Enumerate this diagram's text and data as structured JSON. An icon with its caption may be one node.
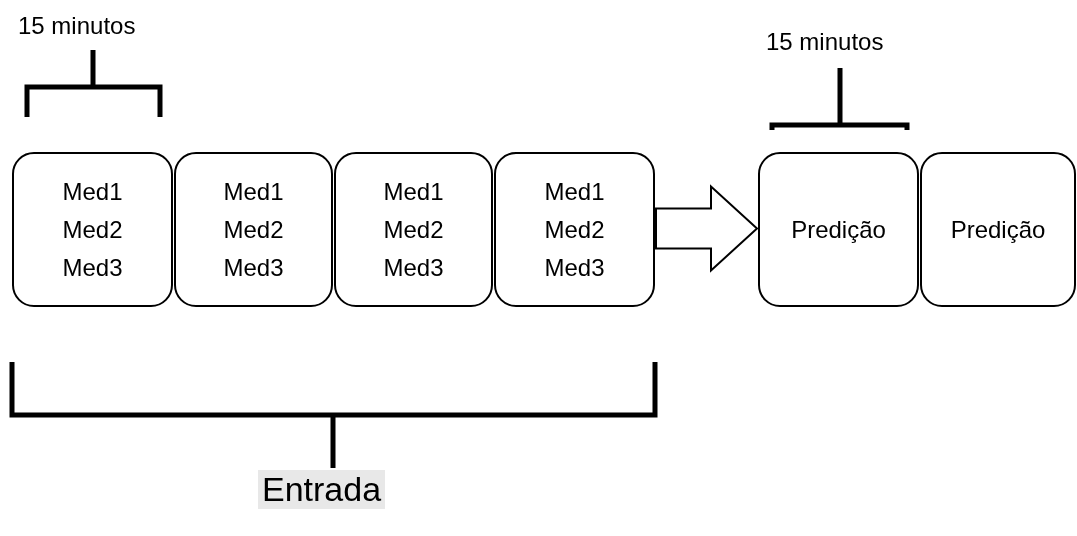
{
  "diagram": {
    "nodes": [
      {
        "text": [
          "Med1 Med2 Med3"
        ]
      },
      {
        "text": [
          "Med1 Med2 Med3"
        ]
      },
      {
        "text": [
          "Med1 Med2 Med3"
        ]
      },
      {
        "text": [
          "Med1 Med2 Med3"
        ]
      },
      {
        "text": [
          "Predição"
        ]
      },
      {
        "text": [
          "Predição"
        ]
      }
    ],
    "edges": [
      {
        "from": 3,
        "to": 4,
        "arrow": "to"
      }
    ],
    "labels": [
      "15 minutos",
      "15 minutos",
      "Entrada"
    ]
  }
}
